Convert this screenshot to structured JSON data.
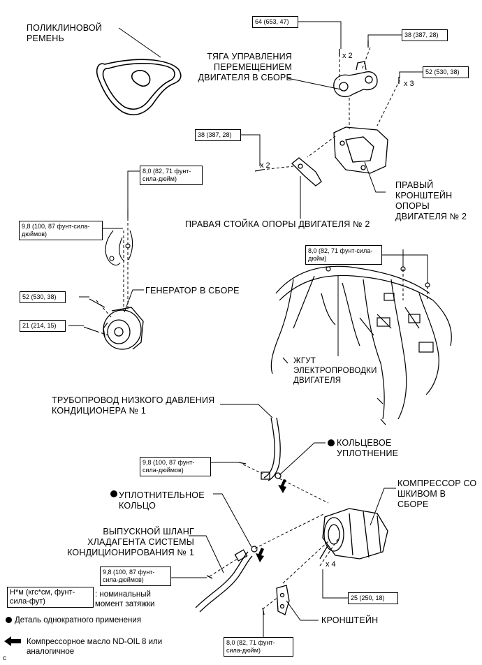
{
  "labels": {
    "belt": "ПОЛИКЛИНОВОЙ РЕМЕНЬ",
    "control_rod": "ТЯГА УПРАВЛЕНИЯ ПЕРЕМЕЩЕНИЕМ ДВИГАТЕЛЯ В СБОРЕ",
    "right_bracket": "ПРАВЫЙ КРОНШТЕЙН ОПОРЫ ДВИГАТЕЛЯ № 2",
    "right_stay": "ПРАВАЯ СТОЙКА ОПОРЫ ДВИГАТЕЛЯ № 2",
    "generator": "ГЕНЕРАТОР В СБОРЕ",
    "harness": "ЖГУТ ЭЛЕКТРОПРОВОДКИ ДВИГАТЕЛЯ",
    "low_pressure_pipe": "ТРУБОПРОВОД НИЗКОГО ДАВЛЕНИЯ КОНДИЦИОНЕРА № 1",
    "o_ring": "КОЛЬЦЕВОЕ УПЛОТНЕНИЕ",
    "seal_ring": "УПЛОТНИТЕЛЬНОЕ КОЛЬЦО",
    "compressor": "КОМПРЕССОР СО ШКИВОМ В СБОРЕ",
    "discharge_hose": "ВЫПУСКНОЙ ШЛАНГ ХЛАДАГЕНТА СИСТЕМЫ КОНДИЦИОНИРОВАНИЯ № 1",
    "bracket": "КРОНШТЕЙН"
  },
  "torques": {
    "t64": "64 (653, 47)",
    "t38a": "38 (387, 28)",
    "t52a": "52 (530, 38)",
    "t38b": "38 (387, 28)",
    "t8a": "8,0 (82, 71 фунт-сила-дюйм)",
    "t98a": "9,8 (100, 87 фунт-сила-дюймов)",
    "t8b": "8,0 (82, 71 фунт-сила-дюйм)",
    "t52b": "52 (530, 38)",
    "t21": "21 (214, 15)",
    "t98b": "9,8 (100, 87 фунт-сила-дюймов)",
    "t98c": "9,8 (100, 87 фунт-сила-дюймов)",
    "t25": "25 (250, 18)",
    "t8c": "8,0 (82, 71 фунт-сила-дюйм)"
  },
  "multipliers": {
    "m_x2a": "x 2",
    "m_x3": "x 3",
    "m_x2b": "x 2",
    "m_x4": "x 4"
  },
  "legend": {
    "unit_box": "Н*м (кгс*см, фунт-сила-фут)",
    "unit_text": ": номинальный момент затяжки",
    "single_use": "Деталь однократного применения",
    "oil": "Компрессорное масло ND-OIL 8 или аналогичное"
  },
  "corner_mark": "c"
}
